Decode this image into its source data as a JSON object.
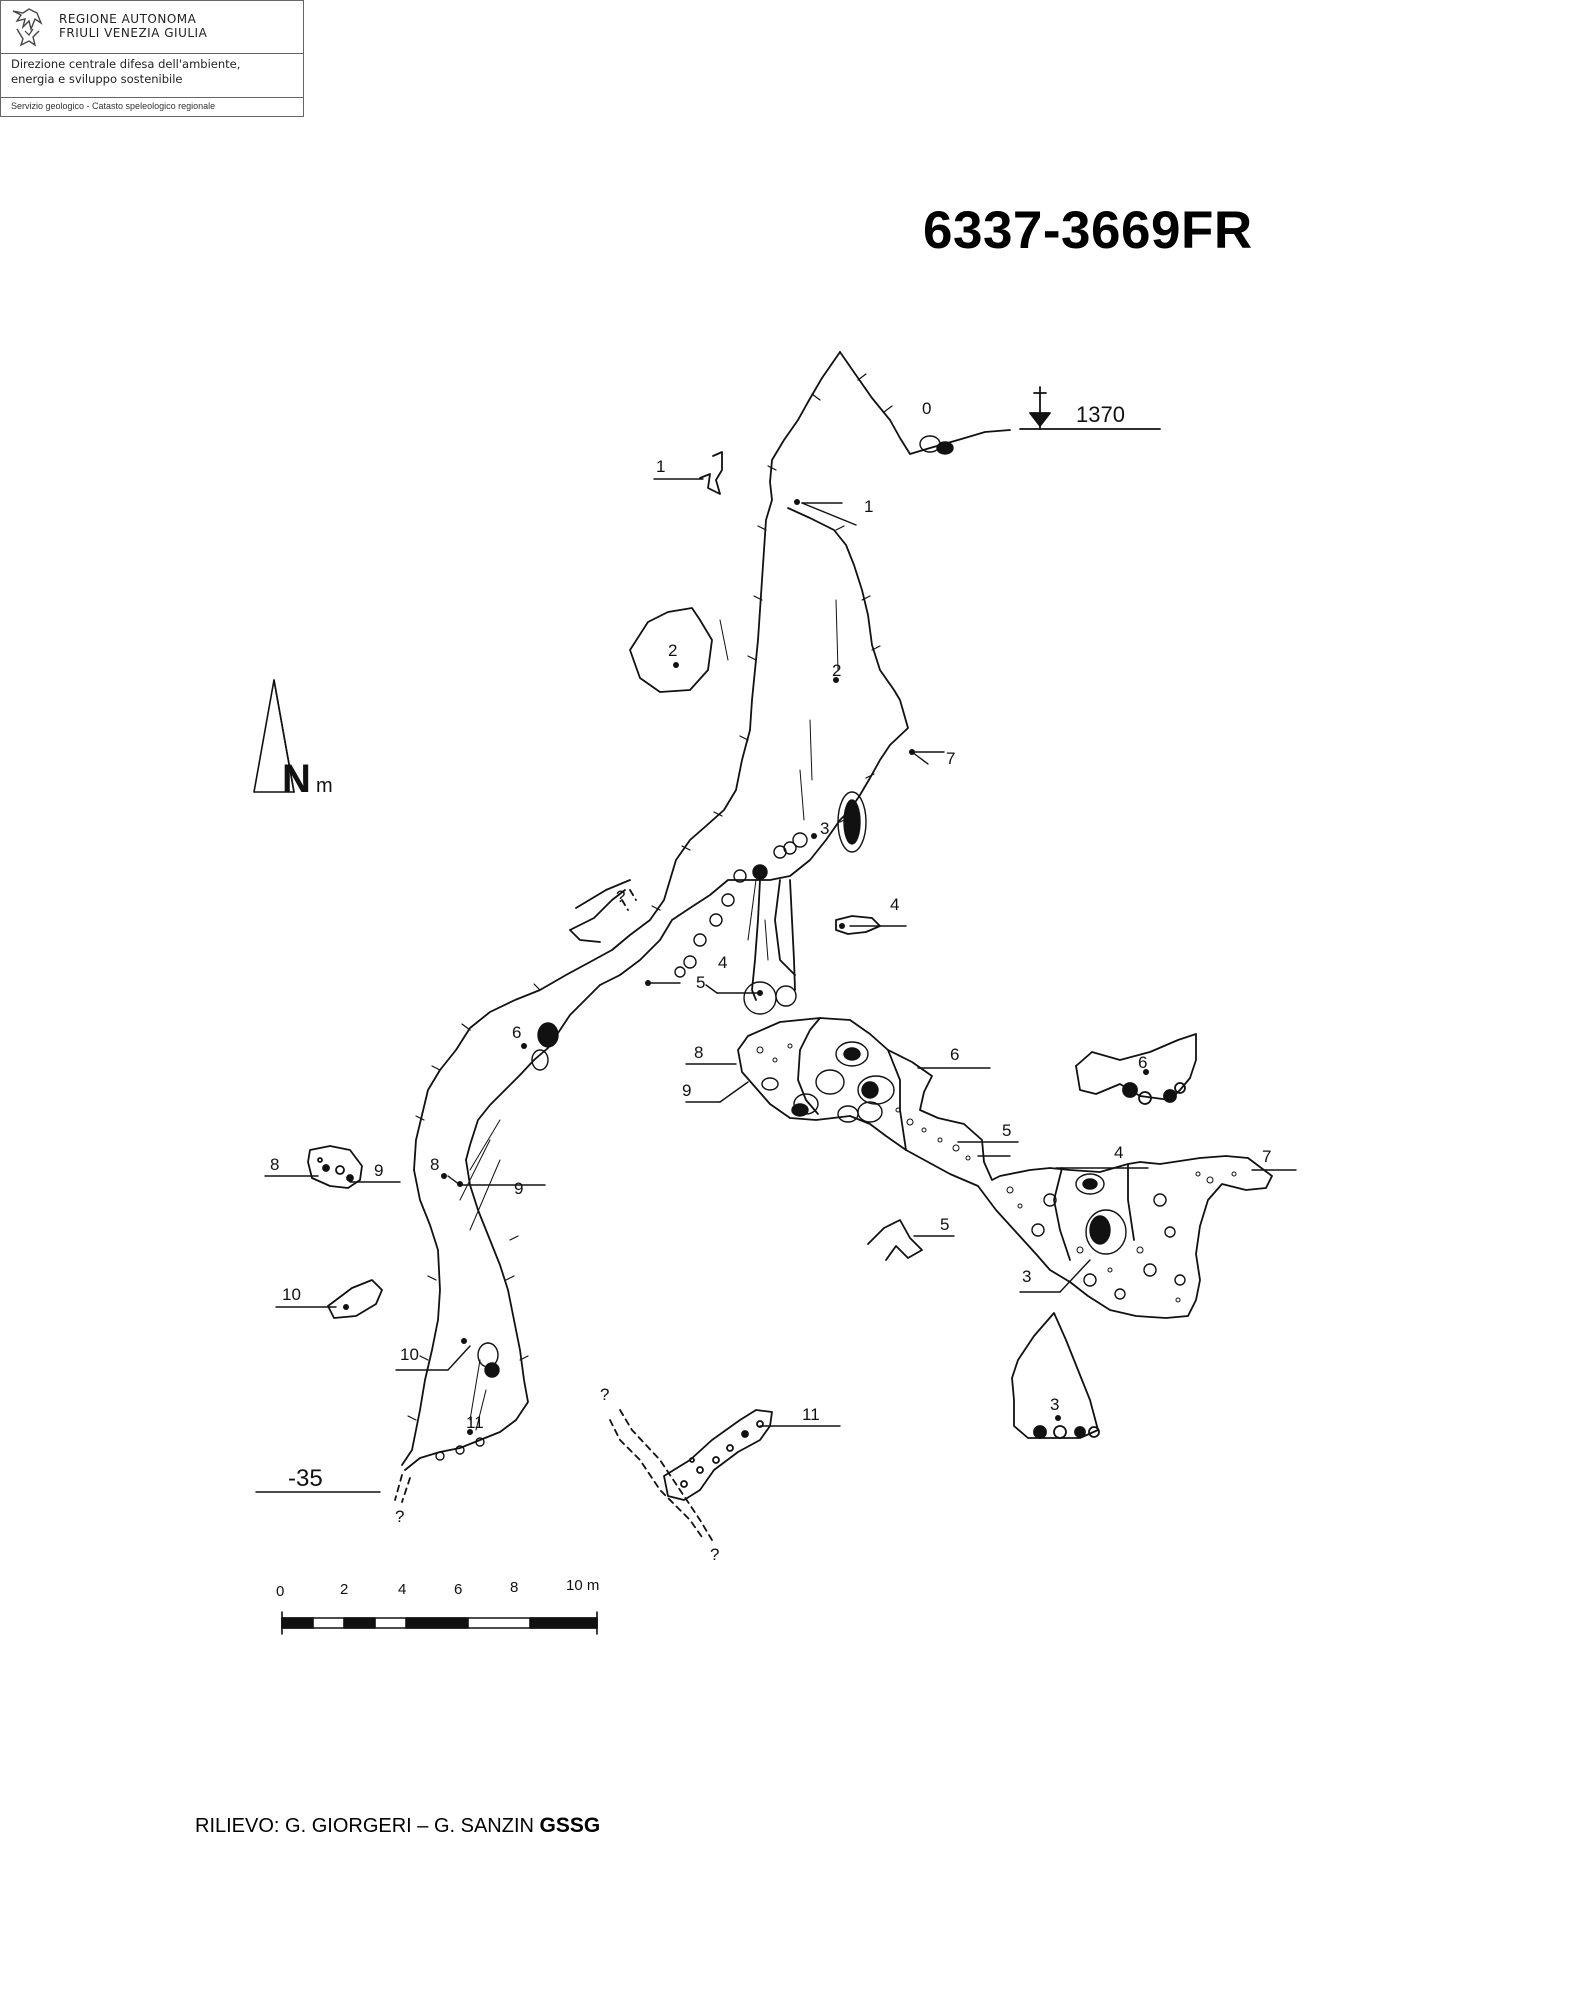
{
  "header": {
    "org_line1": "REGIONE AUTONOMA",
    "org_line2": "FRIULI VENEZIA GIULIA",
    "directorate_line1": "Direzione centrale difesa dell'ambiente,",
    "directorate_line2": "energia e sviluppo sostenibile",
    "service": "Servizio geologico - Catasto speleologico regionale"
  },
  "cave_id": "6337-3669FR",
  "survey": {
    "entrance_elevation": "1370",
    "depth_label": "-35",
    "north_label": "N",
    "north_sub": "m",
    "question_mark": "?",
    "plan_stations": [
      "0",
      "1",
      "2",
      "3",
      "4",
      "5",
      "6",
      "7",
      "8",
      "9",
      "10",
      "11"
    ],
    "sections": {
      "s1": "1",
      "s2": "2",
      "s4": "4",
      "s5": "5",
      "s6": "6",
      "s3": "3",
      "s8": "8",
      "s9": "9",
      "s10": "10",
      "s11": "11"
    },
    "profile_labels": {
      "p3": "3",
      "p4": "4",
      "p5": "5",
      "p6": "6",
      "p7": "7",
      "p8": "8",
      "p9": "9"
    }
  },
  "scale_bar": {
    "ticks": [
      "0",
      "2",
      "4",
      "6",
      "8",
      "10 m"
    ]
  },
  "credit": {
    "text": "RILIEVO: G. GIORGERI – G. SANZIN ",
    "group": "GSSG"
  }
}
